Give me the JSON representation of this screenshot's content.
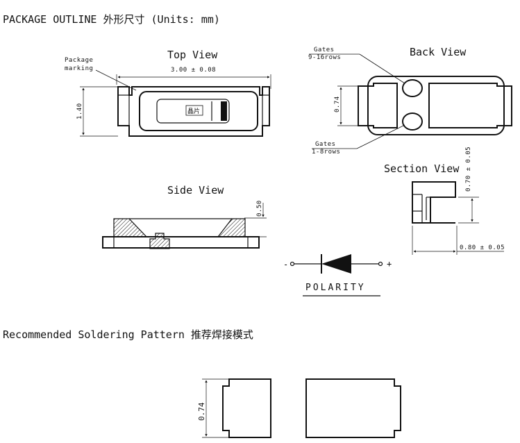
{
  "header": {
    "title": "PACKAGE OUTLINE 外形尺寸 (Units: mm)"
  },
  "views": {
    "top": "Top View",
    "back": "Back View",
    "side": "Side View",
    "section": "Section View"
  },
  "labels": {
    "package_marking_1": "Package",
    "package_marking_2": "marking",
    "chip_mark": "晶片",
    "gates_top_1": "Gates",
    "gates_top_2": "9-16rows",
    "gates_bottom_1": "Gates",
    "gates_bottom_2": "1-8rows",
    "polarity": "POLARITY",
    "minus": "-",
    "plus": "+"
  },
  "dimensions": {
    "top_width": "3.00 ± 0.08",
    "top_height": "1.40",
    "back_height": "0.74",
    "side_height": "0.50",
    "section_height": "0.70 ± 0.05",
    "section_width": "0.80 ± 0.05",
    "pattern_height": "0.74"
  },
  "soldering": {
    "title": "Recommended Soldering Pattern 推荐焊接模式"
  }
}
